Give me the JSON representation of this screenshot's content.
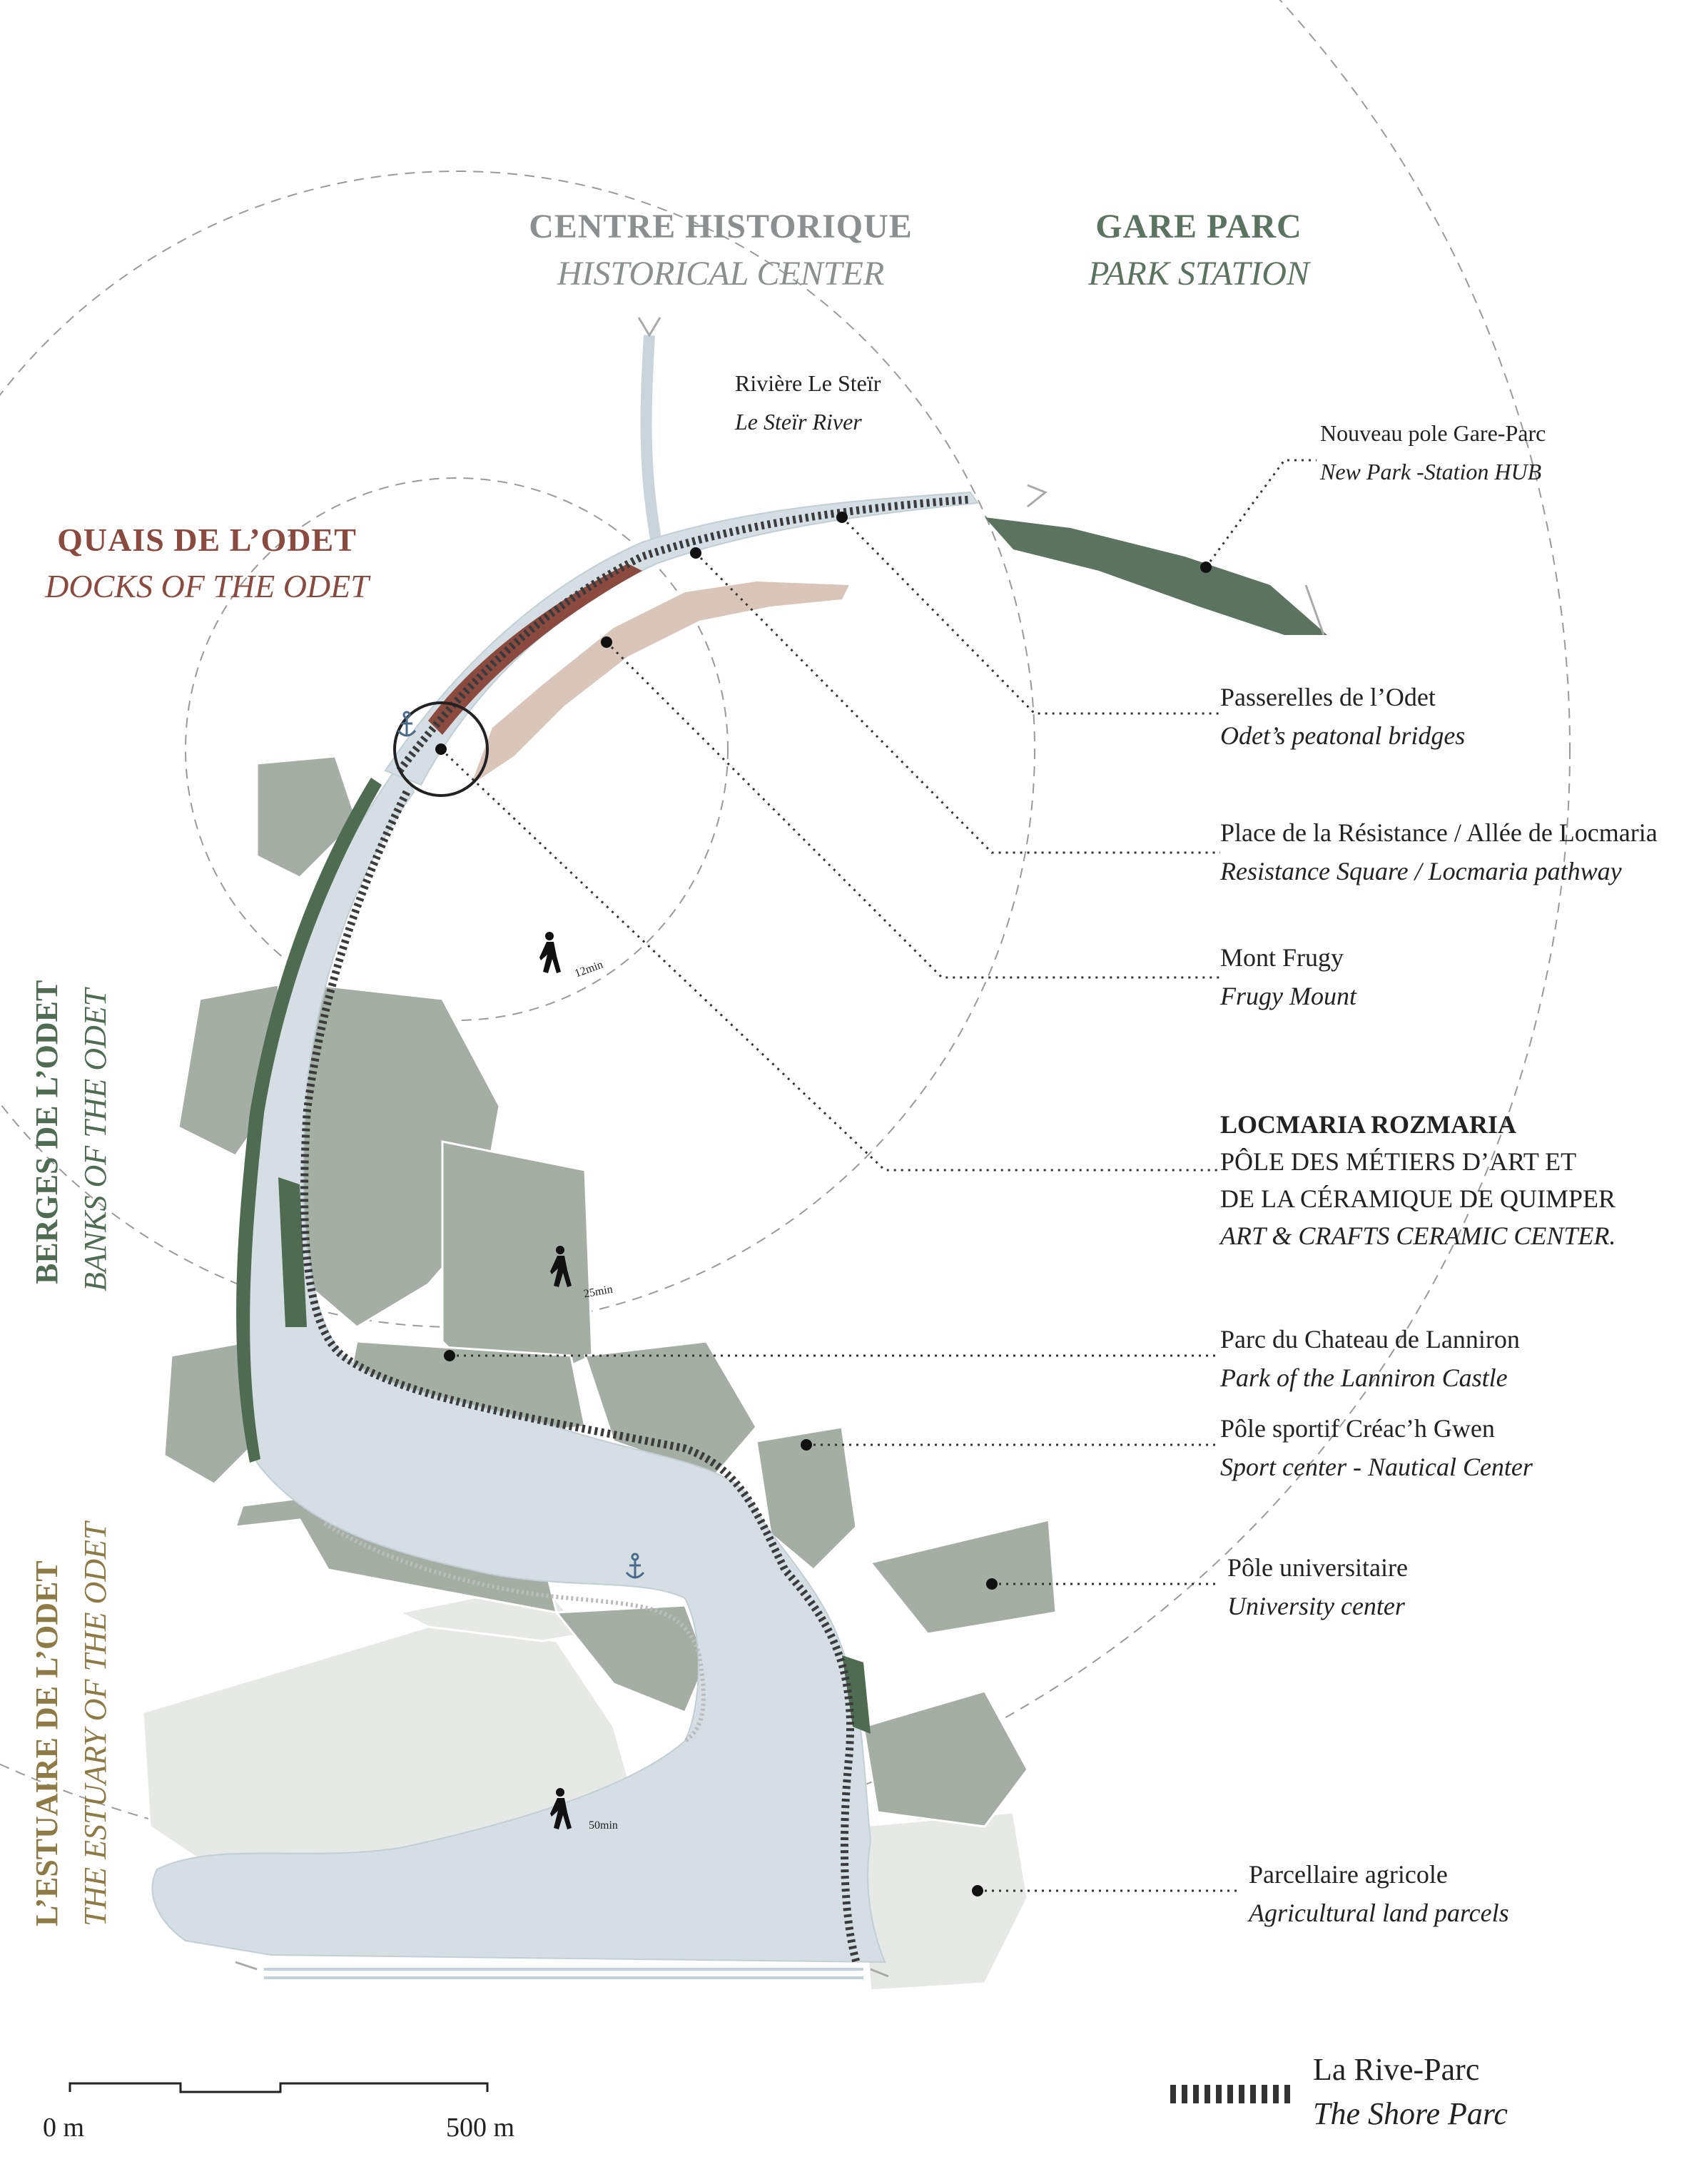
{
  "zones": {
    "historical_center": {
      "title": "CENTRE HISTORIQUE",
      "subtitle": "HISTORICAL CENTER"
    },
    "park_station": {
      "title": "GARE PARC",
      "subtitle": "PARK STATION"
    },
    "docks": {
      "title": "QUAIS DE L’ODET",
      "subtitle": "DOCKS OF THE ODET"
    },
    "banks": {
      "title": "BERGES DE L’ODET",
      "subtitle": "BANKS OF THE ODET"
    },
    "estuary": {
      "title": "L’ESTUAIRE DE L’ODET",
      "subtitle": "THE ESTUARY  OF THE ODET"
    }
  },
  "labels": {
    "steir": {
      "fr": "Rivière Le Steïr",
      "en": "Le Steïr River"
    },
    "hub": {
      "fr": "Nouveau pole Gare-Parc",
      "en": "New Park -Station HUB"
    },
    "bridges": {
      "fr": "Passerelles de l’Odet",
      "en": "Odet’s peatonal bridges"
    },
    "square": {
      "fr": "Place de la Résistance / Allée de Locmaria",
      "en": "Resistance Square / Locmaria pathway"
    },
    "frugy": {
      "fr": "Mont Frugy",
      "en": "Frugy Mount"
    },
    "locmaria": {
      "title": "LOCMARIA ROZMARIA",
      "line1": "PÔLE DES MÉTIERS D’ART ET",
      "line2": "DE LA CÉRAMIQUE DE QUIMPER",
      "en": "ART & CRAFTS CERAMIC CENTER."
    },
    "lanniron": {
      "fr": "Parc du Chateau de Lanniron",
      "en": "Park of the Lanniron Castle"
    },
    "sport": {
      "fr": "Pôle sportif  Créac’h Gwen",
      "en": "Sport center - Nautical Center"
    },
    "university": {
      "fr": "Pôle universitaire",
      "en": "University center"
    },
    "agri": {
      "fr": "Parcellaire agricole",
      "en": "Agricultural land parcels"
    }
  },
  "walk_times": {
    "t12": "12min",
    "t25": "25min",
    "t50": "50min"
  },
  "scale": {
    "start": "0 m",
    "end": "500 m"
  },
  "legend": {
    "fr": "La Rive-Parc",
    "en": "The Shore Parc"
  },
  "colors": {
    "water": "#d5dfe3",
    "docks": "#8a4a40",
    "banks": "#4f6b52",
    "estuary": "#8e7a45",
    "historical": "#8c8f8f",
    "station": "#5c735f",
    "frugy": "#d9c5b9",
    "parcel_dark": "#a5aea5",
    "parcel_light": "#e7e9e6"
  },
  "icons": {
    "pedestrian": "walking-person-icon",
    "anchor": "anchor-icon"
  }
}
